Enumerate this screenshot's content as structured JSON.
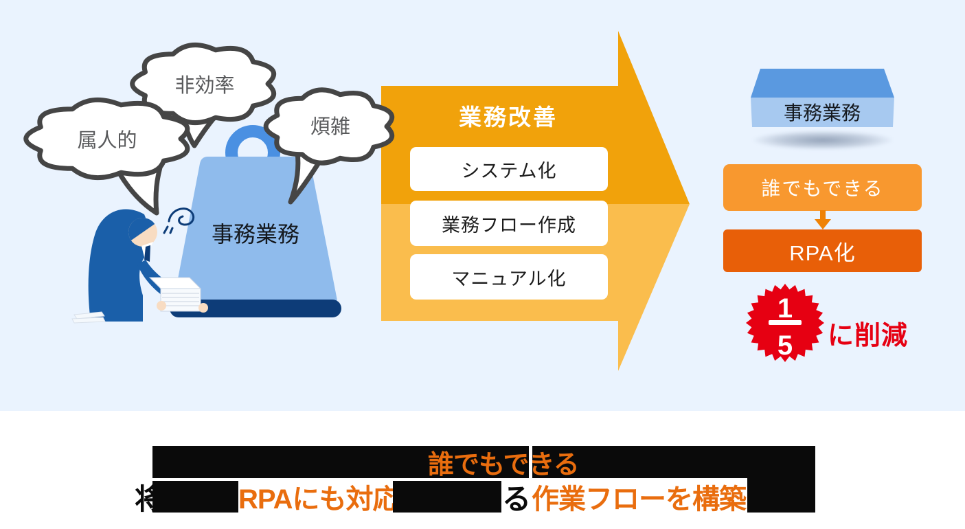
{
  "bubbles": {
    "person_dependent": "属人的",
    "inefficient": "非効率",
    "complicated": "煩雑"
  },
  "left_weight": {
    "label": "事務業務"
  },
  "improvement_arrow": {
    "title": "業務改善",
    "steps": [
      "システム化",
      "業務フロー作成",
      "マニュアル化"
    ]
  },
  "result": {
    "weight_label": "事務業務",
    "anyone_label": "誰でもできる",
    "rpa_label": "RPA化",
    "badge": {
      "numerator": "1",
      "denominator": "5",
      "caption": "に削減"
    }
  },
  "caption": {
    "line1_highlight": "誰でもできる",
    "line2_lead_char": "将",
    "line2_highlight1": "RPAにも対応",
    "line2_mid_char": "る",
    "line2_highlight2": "作業フローを構築"
  },
  "colors": {
    "panel": "#EAF3FE",
    "arrowDark": "#F1A20B",
    "arrowLight": "#FABD4D",
    "anyoneBox": "#F8982F",
    "rpaBox": "#E85F08",
    "downArrow": "#EF8206",
    "badgeRed": "#E60012",
    "captionOrange": "#E96D0E",
    "weightBody": "#8FBBEC",
    "weightBase": "#0D3C78",
    "ring": "#4A90E2",
    "smallWeightTop": "#5A99E0",
    "smallWeightFront": "#A7C9F0",
    "bubbleStroke": "#454545",
    "bubbleText": "#58595B",
    "suit": "#1A5FA9",
    "skin": "#F8DCC2",
    "black": "#0A0A0A"
  }
}
